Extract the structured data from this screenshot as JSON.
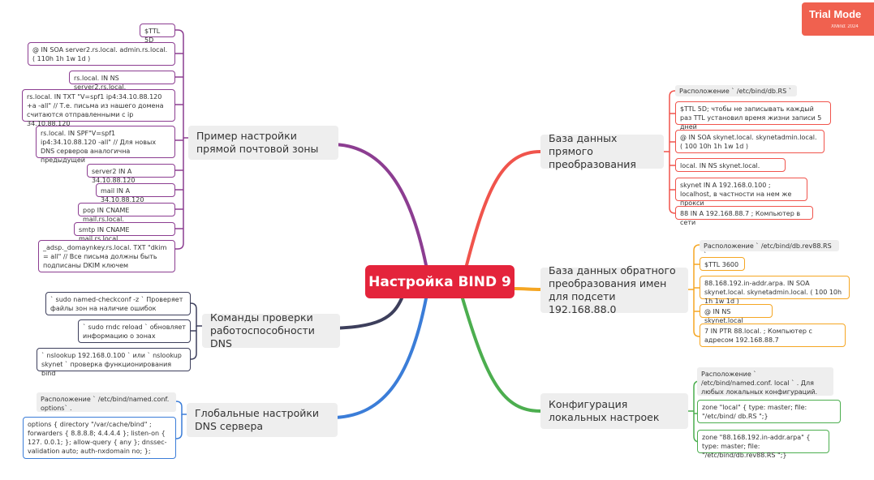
{
  "central": "Настройка BIND 9",
  "trial_badge": {
    "title": "Trial Mode",
    "subtitle": "XMind: 2024"
  },
  "colors": {
    "central": "#e4243b",
    "purple": "#8c3d91",
    "red": "#f0544c",
    "orange": "#f5a623",
    "green": "#4cae4f",
    "navy": "#3d3f5c",
    "blue": "#3b7dd8"
  },
  "topics": {
    "forward_zone_example": "Пример настройки прямой почтовой зоны",
    "check_commands": "Команды проверки работоспособности DNS",
    "global_settings": "Глобальные настройки DNS сервера",
    "forward_db": "База данных прямого преобразования",
    "reverse_db": "База данных обратного преобразования имен для подсети 192.168.88.0",
    "local_config": "Конфигурация локальных настроек"
  },
  "forward_zone_items": [
    "$TTL 5D",
    "@ IN SOA server2.rs.local. admin.rs.local. ( 110h 1h 1w 1d )",
    "rs.local. IN NS server2.rs.local.",
    "rs.local. IN TXT \"V=spf1 ip4:34.10.88.120 +a -all\" // Т.е. письма из нашего домена считаются отправленными с ip 34.10.88.120",
    "rs.local. IN SPF\"V=spf1 ip4:34.10.88.120 -all\" // Для новых DNS серверов аналогична предыдущей",
    "server2 IN A 34.10.88.120",
    "mail IN A 34.10.88.120",
    "pop IN CNAME mail.rs.local.",
    "smtp IN CNAME mail.rs.local.",
    "_adsp._domaynkey.rs.local. TXT \"dkim = all\" // Все письма должны быть подписаны DKIM ключем"
  ],
  "check_items": [
    "` sudo named-checkconf -z ` Проверяет файлы зон на наличие ошибок",
    "` sudo rndc reload ` обновляет информацию о зонах",
    "` nslookup 192.168.0.100 ` или ` nslookup skynet ` проверка функционирования bind"
  ],
  "global_items": {
    "location": "Расположение ` /etc/bind/named.conf. options` .",
    "options": "options { directory \"/var/cache/bind\" ; forwarders { 8.8.8.8; 4.4.4.4 }; listen-on { 127. 0.0.1; }; allow-query { any }; dnssec-validation auto; auth-nxdomain no; };"
  },
  "forward_db_items": {
    "location": "Расположение ` /etc/bind/db.RS `",
    "items": [
      "$TTL 5D; чтобы не записывать каждый раз TTL установил время жизни записи 5 дней",
      "@ IN SOA skynet.local. skynetadmin.local. ( 100 10h 1h 1w 1d )",
      "local. IN NS skynet.local.",
      "skynet IN A 192.168.0.100 ; localhost, в частности на нем же прокси",
      "88 IN A 192.168.88.7 ; Компьютер в сети"
    ]
  },
  "reverse_db_items": {
    "location": "Расположение ` /etc/bind/db.rev88.RS `",
    "items": [
      "$TTL 3600",
      "88.168.192.in-addr.arpa. IN SOA skynet.local. skynetadmin.local. ( 100 10h 1h 1w 1d )",
      "@ IN NS skynet.local",
      "7 IN PTR 88.local. ; Компьютер с адресом 192.168.88.7"
    ]
  },
  "local_config_items": {
    "location": "Расположение ` /etc/bind/named.conf. local ` . Для любых локальных конфигураций.",
    "items": [
      "zone \"local\" { type: master; file: \"/etc/bind/ db.RS \";}",
      "zone \"88.168.192.in-addr.arpa\" { type: master; file: \"/etc/bind/db.rev88.RS \";}"
    ]
  }
}
